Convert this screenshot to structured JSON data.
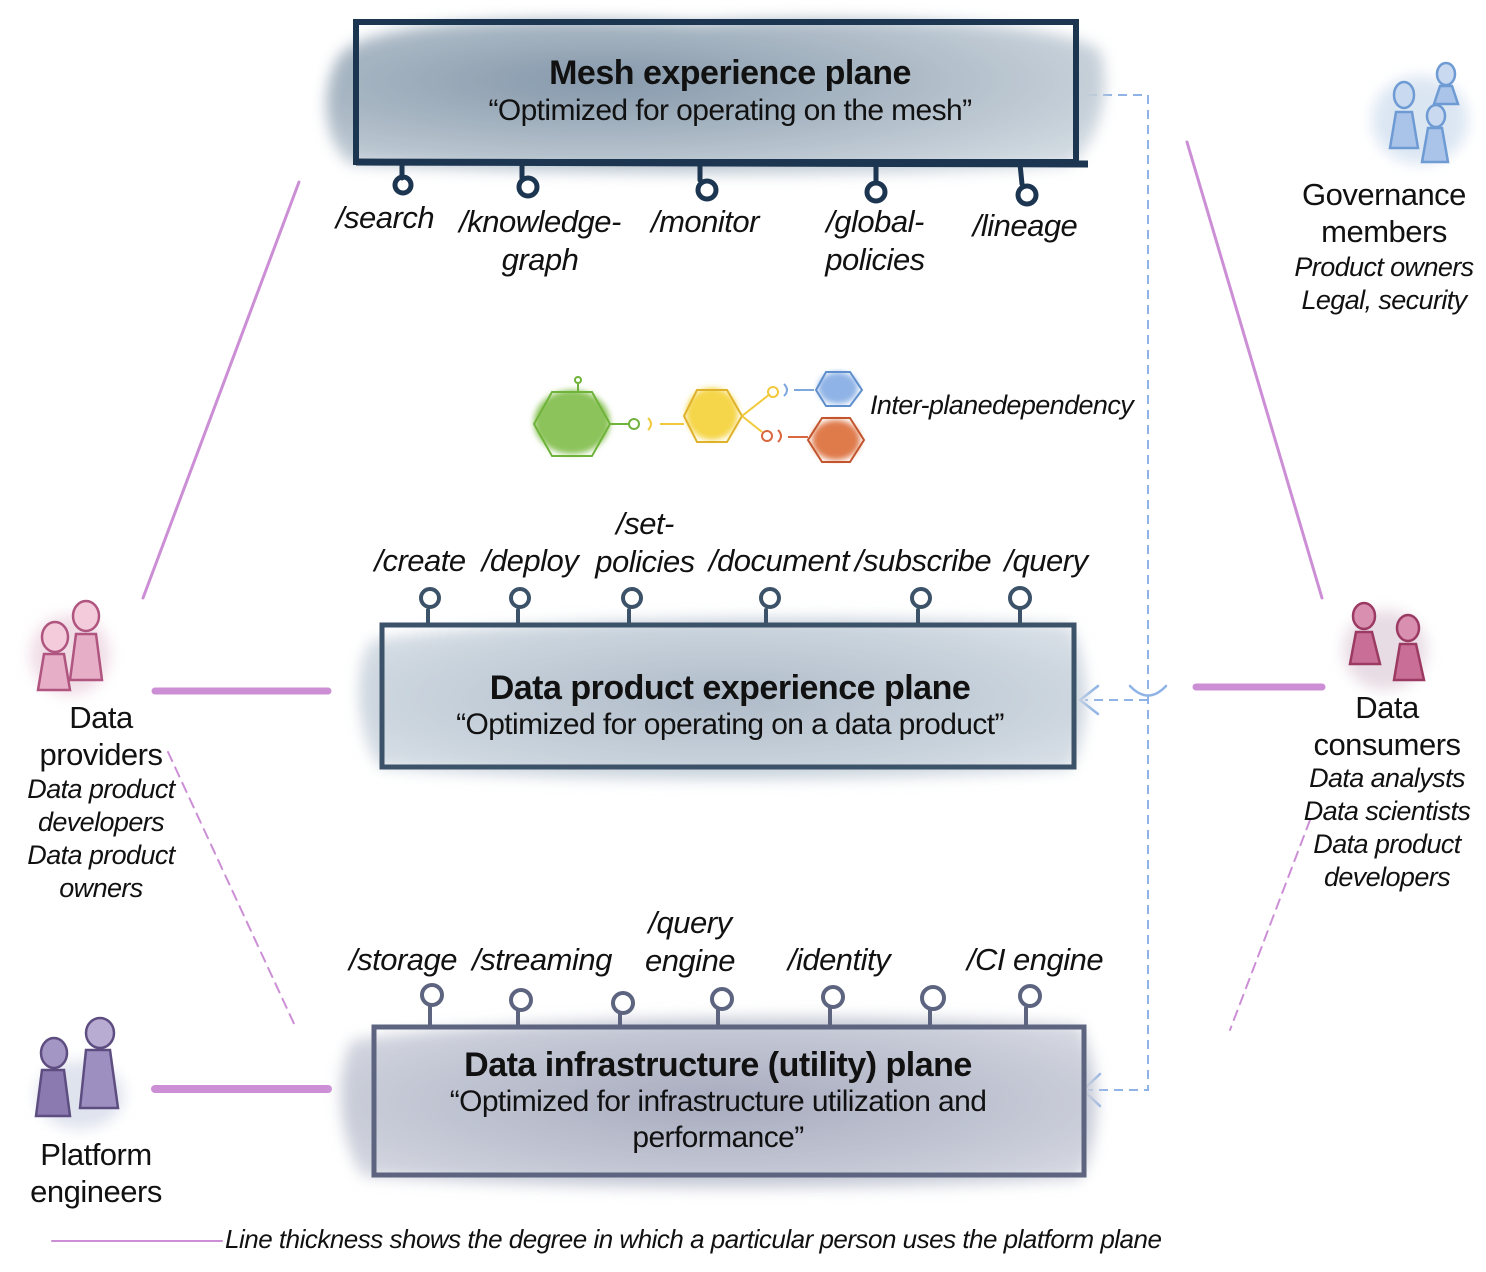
{
  "planes": {
    "mesh": {
      "title": "Mesh experience plane",
      "subtitle": "“Optimized for operating on the mesh”",
      "apis": [
        "/search",
        "/knowledge-\ngraph",
        "/monitor",
        "/global-\npolicies",
        "/lineage"
      ],
      "color": "#1c3550"
    },
    "data_product": {
      "title": "Data product experience plane",
      "subtitle": "“Optimized for operating on a data product”",
      "apis": [
        "/create",
        "/deploy",
        "/set-\npolicies",
        "/document",
        "/subscribe",
        "/query"
      ],
      "color": "#3b5268"
    },
    "infrastructure": {
      "title": "Data infrastructure (utility) plane",
      "subtitle_line1": "“Optimized for infrastructure utilization and",
      "subtitle_line2": "performance”",
      "apis": [
        "/storage",
        "/streaming",
        "/query\nengine",
        "/identity",
        "/CI engine"
      ],
      "color": "#5c6480"
    }
  },
  "dependency": {
    "label": "Inter-planedependency"
  },
  "personas": {
    "governance": {
      "name": "Governance\nmembers",
      "roles": "Product owners\nLegal, security",
      "color": "#6f9bd4"
    },
    "providers": {
      "name": "Data\nproviders",
      "roles": "Data product\ndevelopers\nData product\nowners",
      "color": "#b0557f"
    },
    "consumers": {
      "name": "Data\nconsumers",
      "roles": "Data analysts\nData scientists\nData product\ndevelopers",
      "color": "#9b3a63"
    },
    "engineers": {
      "name": "Platform\nengineers",
      "roles": "",
      "color": "#5e4d80"
    }
  },
  "legend": {
    "text": "Line thickness shows the degree in which a particular person uses the platform plane"
  },
  "colors": {
    "usage_line": "#cc8fd6",
    "dependency_line": "#8fb3e6",
    "green": "#6fb33a",
    "yellow": "#f2c93a",
    "blue": "#7ea8dc",
    "red": "#d9683e"
  }
}
